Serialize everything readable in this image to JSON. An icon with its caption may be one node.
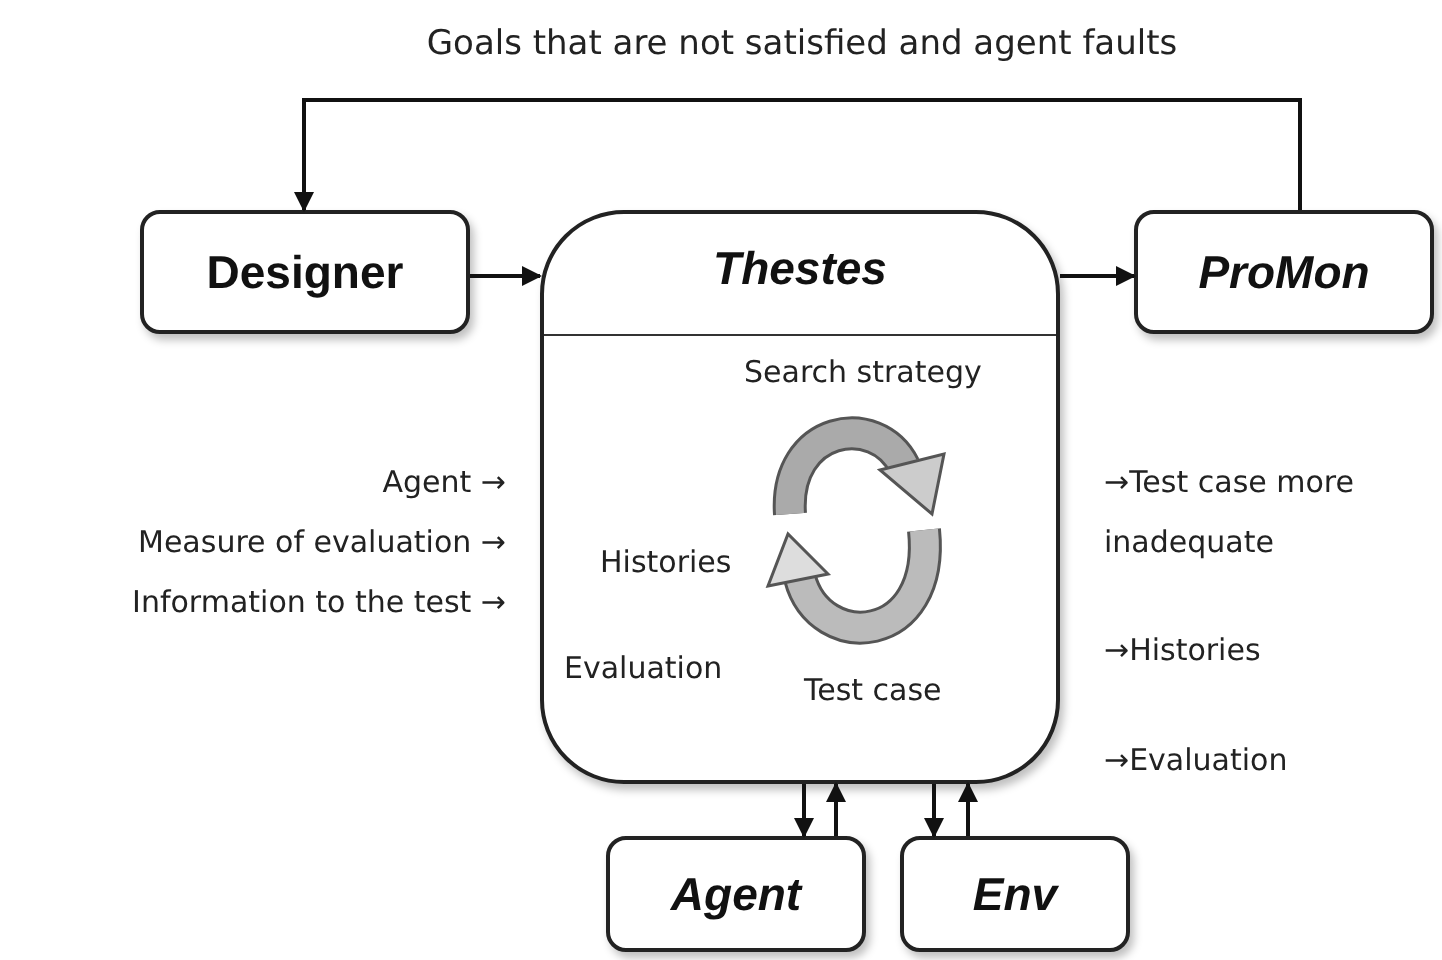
{
  "diagram": {
    "nodes": [
      {
        "text": [
          "Designer"
        ]
      },
      {
        "text": [
          "Thestes",
          "Search strategy",
          "Histories",
          "Evaluation",
          "Test case"
        ]
      },
      {
        "text": [
          "ProMon"
        ]
      },
      {
        "text": [
          "Agent"
        ]
      },
      {
        "text": [
          "Env"
        ]
      }
    ],
    "edges": [
      {
        "from": 0,
        "to": 1,
        "arrow": "to"
      },
      {
        "from": 1,
        "to": 2,
        "arrow": "to"
      },
      {
        "from": 2,
        "to": 0,
        "arrow": "to",
        "label": "Goals that are not satisfied and agent faults"
      },
      {
        "from": 1,
        "to": 3,
        "arrow": "to"
      },
      {
        "from": 3,
        "to": 1,
        "arrow": "to"
      },
      {
        "from": 1,
        "to": 4,
        "arrow": "to"
      },
      {
        "from": 4,
        "to": 1,
        "arrow": "to"
      }
    ],
    "labels": [
      "Agent →",
      "Measure of evaluation →",
      "Information to the test →",
      "→Test case more",
      "inadequate",
      "→Histories",
      "→Evaluation"
    ]
  }
}
